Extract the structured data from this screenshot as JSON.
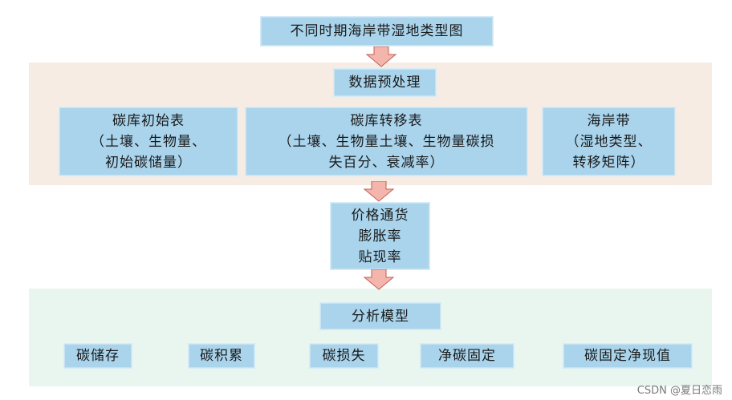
{
  "title_box": {
    "label": "不同时期海岸带湿地类型图"
  },
  "preprocess_box": {
    "label": "数据预处理"
  },
  "input_tables": [
    {
      "lines": [
        "碳库初始表",
        "（土壤、生物量、",
        "初始碳储量）"
      ]
    },
    {
      "lines": [
        "碳库转移表",
        "（土壤、生物量土壤、生物量碳损",
        "失百分、衰减率）"
      ]
    },
    {
      "lines": [
        "海岸带",
        "（湿地类型、",
        "转移矩阵）"
      ]
    }
  ],
  "rates_box": {
    "lines": [
      "价格通货",
      "膨胀率",
      "贴现率"
    ]
  },
  "model_box": {
    "label": "分析模型"
  },
  "outputs": [
    "碳储存",
    "碳积累",
    "碳损失",
    "净碳固定",
    "碳固定净现值"
  ],
  "watermark": "CSDN @夏日恋雨",
  "colors": {
    "box_fill": "#a9d4ec",
    "band_top": "#f7ece4",
    "band_bottom": "#e8f6ef",
    "arrow_fill": "#f4b5ad",
    "arrow_stroke": "#c45e52"
  }
}
